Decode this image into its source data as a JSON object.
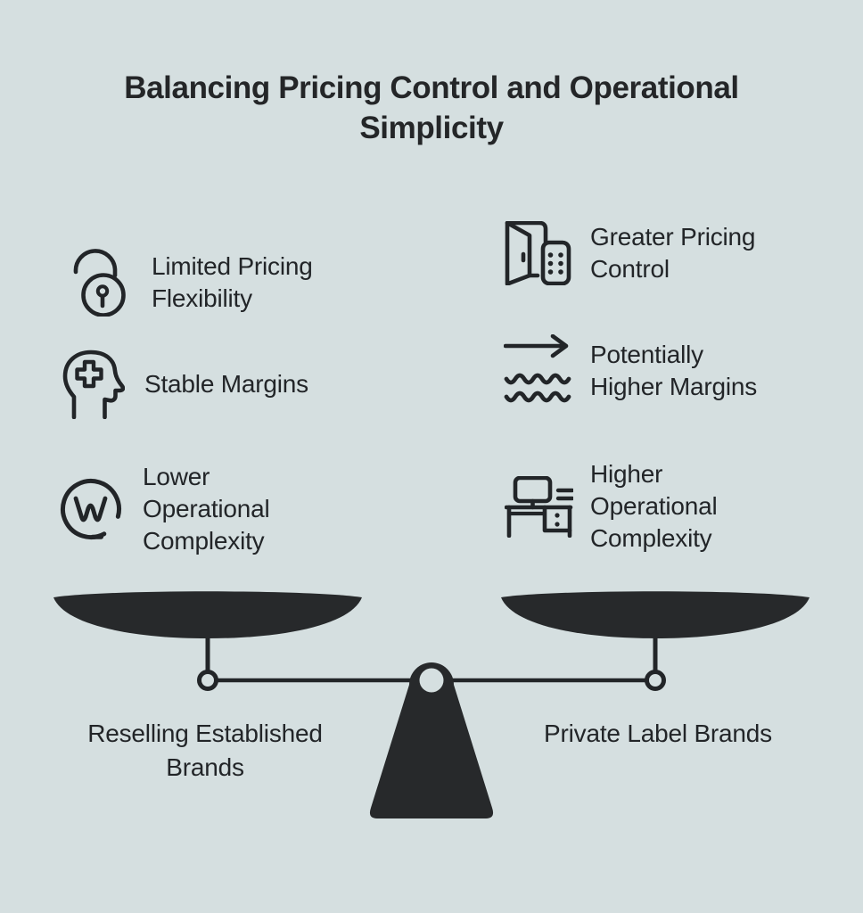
{
  "colors": {
    "background": "#d5dfe0",
    "ink": "#222528",
    "scale_shape": "#27292b"
  },
  "title": "Balancing Pricing Control and Operational\nSimplicity",
  "left_column": {
    "pan_label": "Reselling Established\nBrands",
    "items": [
      {
        "icon": "unlocked-padlock-icon",
        "text": "Limited Pricing\nFlexibility"
      },
      {
        "icon": "head-with-cross-icon",
        "text": "Stable Margins"
      },
      {
        "icon": "w-in-circle-icon",
        "text": "Lower\nOperational\nComplexity"
      }
    ]
  },
  "right_column": {
    "pan_label": "Private Label Brands",
    "items": [
      {
        "icon": "open-door-keypad-icon",
        "text": "Greater Pricing\nControl"
      },
      {
        "icon": "arrow-over-waves-icon",
        "text": "Potentially\nHigher Margins"
      },
      {
        "icon": "desk-workstation-icon",
        "text": "Higher\nOperational\nComplexity"
      }
    ]
  }
}
